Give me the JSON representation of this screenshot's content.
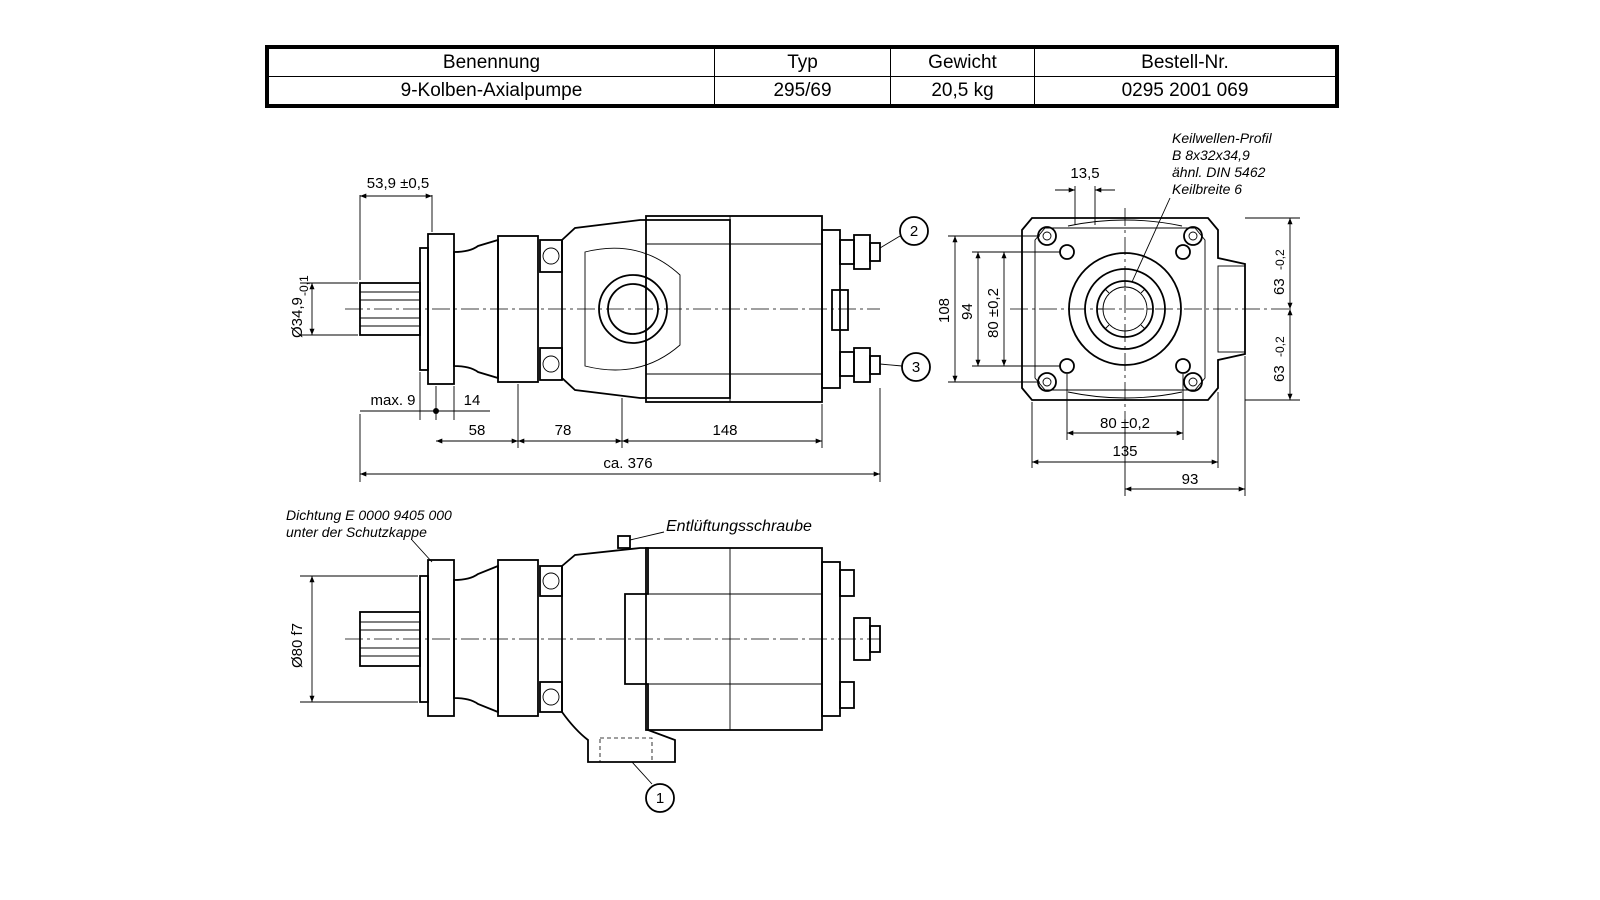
{
  "table": {
    "headers": [
      "Benennung",
      "Typ",
      "Gewicht",
      "Bestell-Nr."
    ],
    "row": [
      "9-Kolben-Axialpumpe",
      "295/69",
      "20,5 kg",
      "0295 2001 069"
    ]
  },
  "side_view": {
    "dim_shaft_length": "53,9 ±0,5",
    "dim_shaft_dia": "Ø34,9",
    "dim_shaft_dia_tol": "-0,1",
    "dim_max": "max. 9",
    "dim_14": "14",
    "dim_58": "58",
    "dim_78": "78",
    "dim_148": "148",
    "dim_total": "ca. 376",
    "callout_2": "2",
    "callout_3": "3"
  },
  "front_view": {
    "spline_label": [
      "Keilwellen-Profil",
      "B 8x32x34,9",
      "ähnl. DIN 5462",
      "Keilbreite 6"
    ],
    "dim_13_5": "13,5",
    "dim_108": "108",
    "dim_94": "94",
    "dim_80v": "80 ±0,2",
    "dim_63_top": "63",
    "dim_63_top_tol": "-0,2",
    "dim_63_bot": "63",
    "dim_63_bot_tol": "-0,2",
    "dim_80h": "80 ±0,2",
    "dim_135": "135",
    "dim_93": "93"
  },
  "bottom_view": {
    "seal_note": [
      "Dichtung E 0000 9405 000",
      "unter der Schutzkappe"
    ],
    "vent_label": "Entlüftungsschraube",
    "dim_pilot": "Ø80 f7",
    "callout_1": "1"
  }
}
